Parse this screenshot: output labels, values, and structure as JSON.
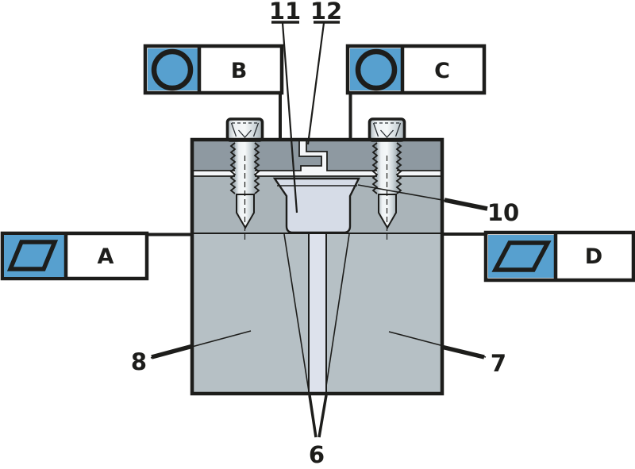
{
  "diagram": {
    "title": "mold-sprue-bushing-section-drawing",
    "callouts": {
      "c6": "6",
      "c7": "7",
      "c8": "8",
      "c10": "10",
      "c11": "11",
      "c12": "12"
    },
    "datums": {
      "a": "A",
      "b": "B",
      "c": "C",
      "d": "D"
    },
    "colors": {
      "accent_blue": "#57a0cf",
      "outline": "#1d1d1b",
      "top_plate_gray": "#8e99a1",
      "upper_block_gray": "#aab4b9",
      "lower_block_gray": "#b6c0c5",
      "insert_light": "#d6dce7",
      "sprue_light": "#dde2ec",
      "joint_white": "#f4f6f8",
      "label_box_bg": "#ffffff"
    }
  }
}
